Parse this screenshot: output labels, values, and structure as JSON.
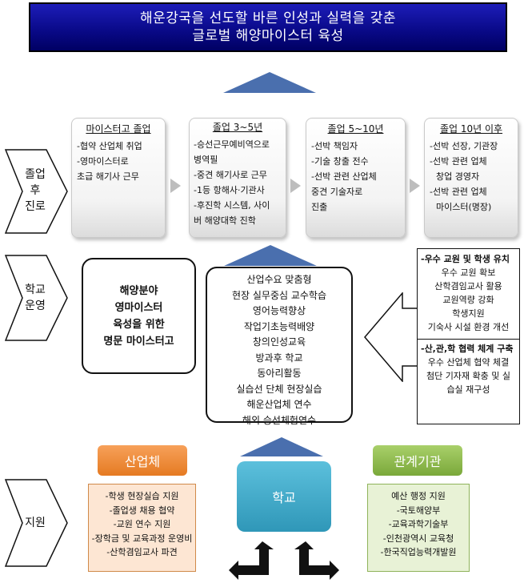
{
  "banner": {
    "line1": "해운강국을 선도할 바른 인성과 실력을 갖춘",
    "line2": "글로벌 해양마이스터 육성"
  },
  "sections": {
    "career": [
      "졸업",
      "후",
      "진로"
    ],
    "school": [
      "학교",
      "운영"
    ],
    "support": "지원"
  },
  "career_cards": [
    {
      "title": "마이스터고 졸업",
      "items": [
        "-협약 산업체 취업",
        "-영마이스터로",
        "초급 해기사 근무"
      ]
    },
    {
      "title": "졸업 3~5년",
      "items": [
        "-승선근무예비역으로",
        "병역필",
        "-중견 해기사로 근무",
        "-1등 항해사·기관사",
        "-후진학 시스템, 사이",
        "버 해양대학 진학"
      ]
    },
    {
      "title": "졸업 5~10년",
      "items": [
        "-선박 책임자",
        "-기술 창출 전수",
        "-선박 관련 산업체",
        "중견 기술자로",
        "진출"
      ]
    },
    {
      "title": "졸업 10년 이후",
      "items": [
        "-선박 선장, 기관장",
        "-선박 관련 업체",
        "창업 경영자",
        "-선박 관련 업체",
        "마이스터(명장)"
      ]
    }
  ],
  "school_left": [
    "해양분야",
    "영마이스터",
    "육성을 위한",
    "명문 마이스터고"
  ],
  "school_center": [
    "산업수요 맞춤형",
    "현장 실무중심 교수학습",
    "영어능력향상",
    "작업기초능력배양",
    "창의인성교육",
    "방과후 학교",
    "동아리활동",
    "실습선 단체 현장실습",
    "해운산업체 연수",
    "해외 승선체험연수"
  ],
  "school_right": {
    "group1_title": "-우수 교원 및 학생 유치",
    "group1_items": [
      "우수 교원 확보",
      "산학겸임교사 활용",
      "교원역량 강화",
      "학생지원",
      "기숙사 시설 환경 개선"
    ],
    "group2_title": "-산,관,학 협력 체계 구축",
    "group2_items": [
      "우수 산업체 협약 체결",
      "첨단 기자재 확충 및 실",
      "습실 재구성"
    ]
  },
  "support": {
    "industry_label": "산업체",
    "industry_items": [
      "-학생 현장실습 지원",
      "-졸업생 채용 협약",
      "-교원 연수 지원",
      "-장학금 및 교육과정 운영비",
      "-산학겸임교사 파견"
    ],
    "school_label": "학교",
    "agency_label": "관계기관",
    "agency_items": [
      "예산 행정 지원",
      "-국토해양부",
      "-교육과학기술부",
      "-인천광역시 교육청",
      "-한국직업능력개발원"
    ]
  },
  "colors": {
    "banner": "#0a0a8a",
    "triangle": "#4a6fae",
    "industry": "#f08a38",
    "school": "#3aa7c6",
    "agency": "#8cb84a"
  }
}
